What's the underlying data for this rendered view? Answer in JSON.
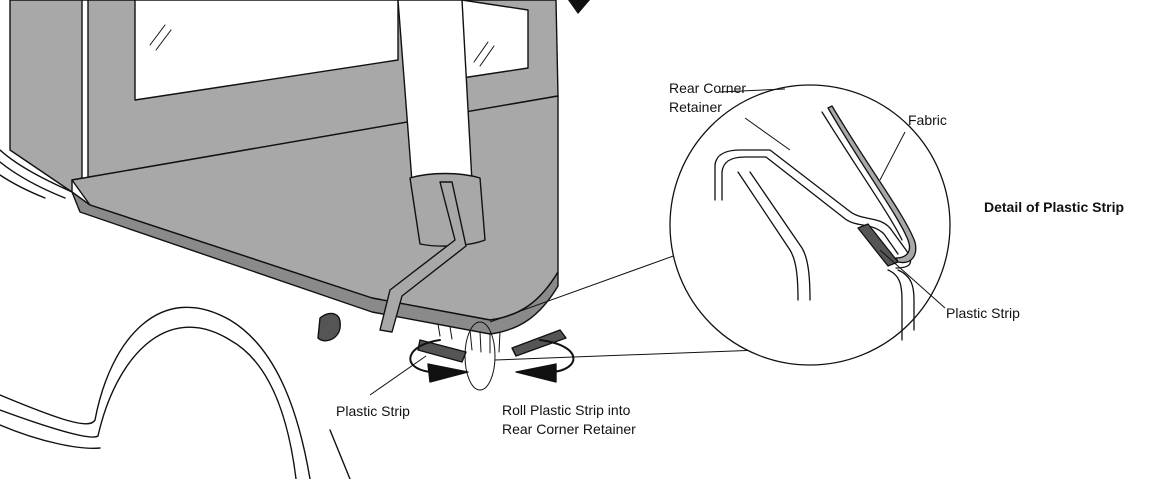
{
  "labels": {
    "rear_corner_retainer_line1": "Rear Corner",
    "rear_corner_retainer_line2": "Retainer",
    "fabric": "Fabric",
    "detail_title": "Detail of Plastic Strip",
    "plastic_strip_detail": "Plastic Strip",
    "plastic_strip_main": "Plastic Strip",
    "roll_line1": "Roll Plastic Strip into",
    "roll_line2": "Rear Corner Retainer"
  },
  "colors": {
    "fabric_gray": "#a8a8a8",
    "fabric_dark": "#8a8a8a",
    "outline": "#111111",
    "strip_dark": "#555555",
    "background": "#ffffff"
  }
}
